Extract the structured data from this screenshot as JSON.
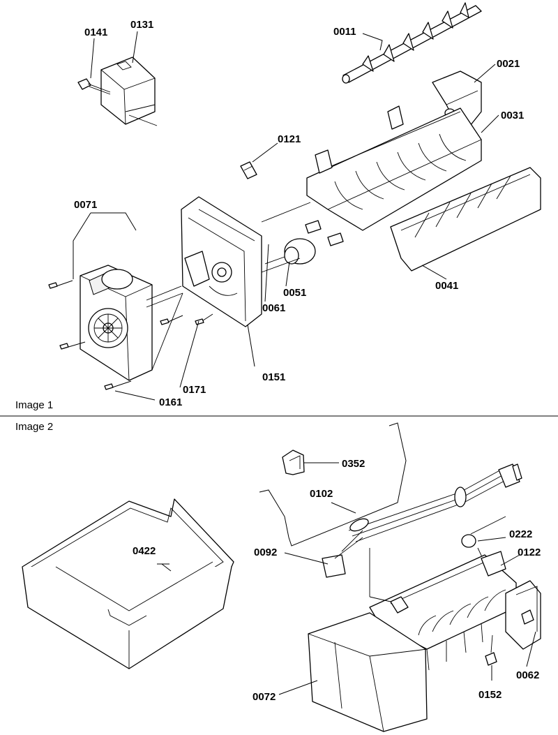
{
  "sections": [
    {
      "label": "Image 1",
      "callouts": [
        "0141",
        "0131",
        "0011",
        "0021",
        "0031",
        "0121",
        "0071",
        "0051",
        "0061",
        "0041",
        "0151",
        "0171",
        "0161"
      ]
    },
    {
      "label": "Image 2",
      "callouts": [
        "0352",
        "0102",
        "0422",
        "0222",
        "0092",
        "0122",
        "0062",
        "0152",
        "0072"
      ]
    }
  ]
}
